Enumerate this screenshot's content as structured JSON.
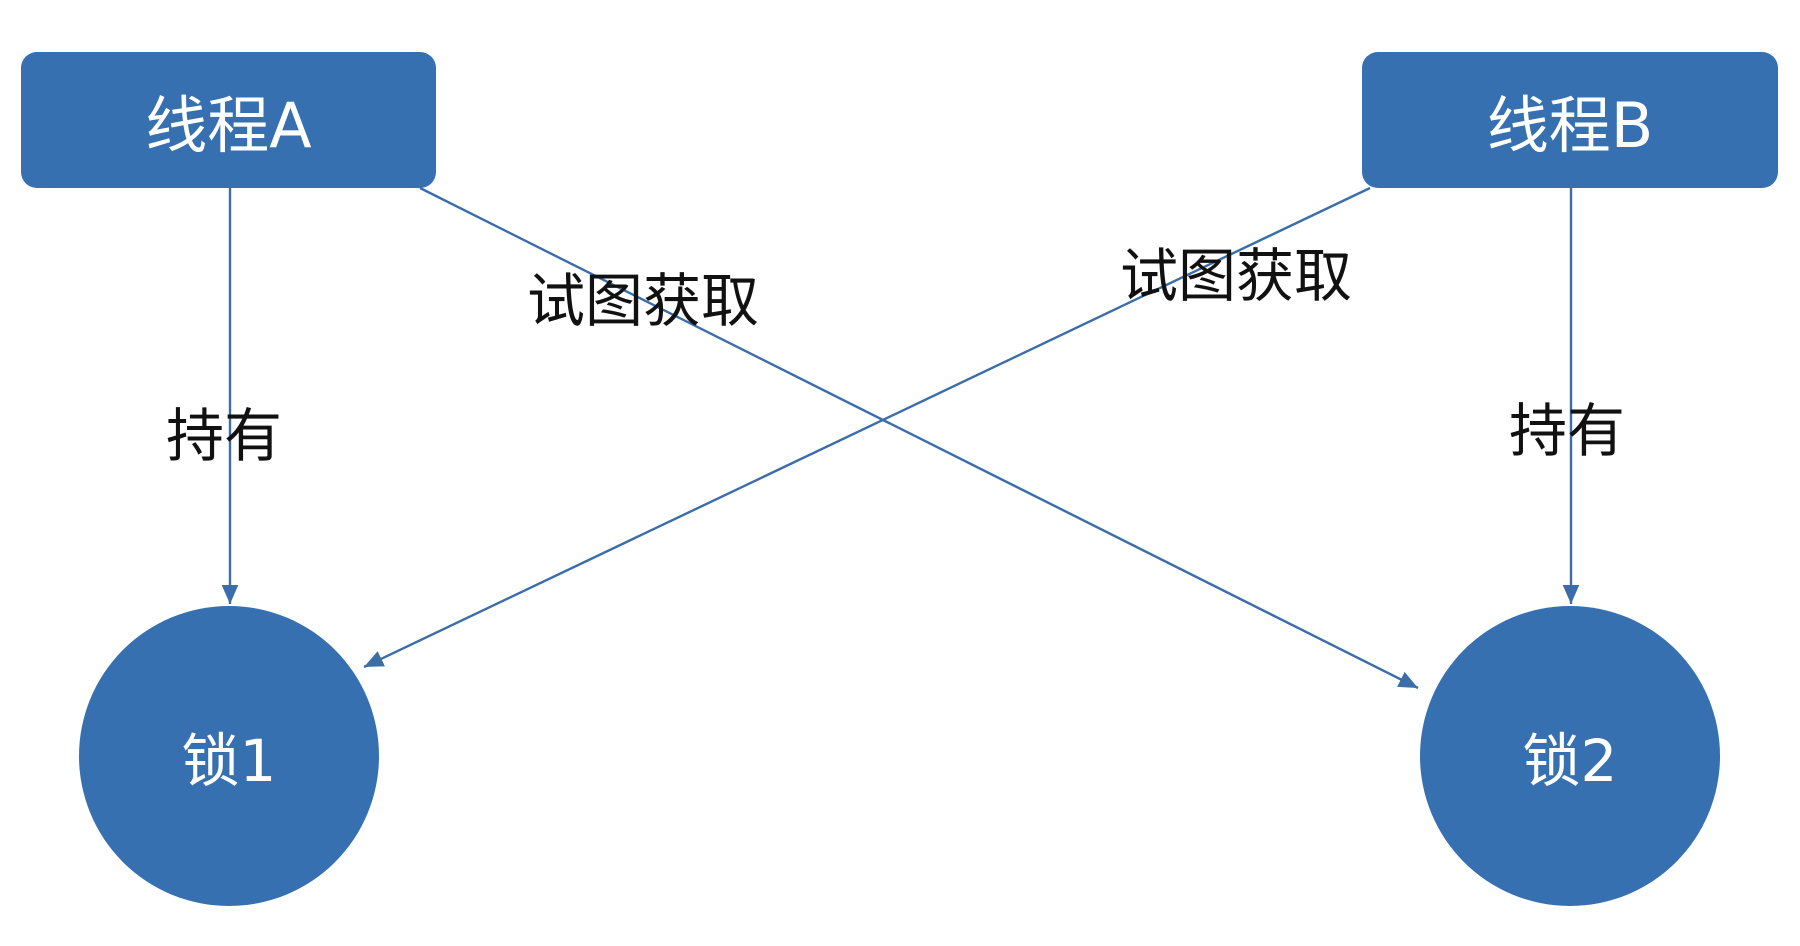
{
  "colors": {
    "node_fill": "#3670b0",
    "node_text": "#ffffff",
    "edge": "#3b6ea8",
    "label_text": "#111111"
  },
  "nodes": {
    "thread_a": "线程A",
    "thread_b": "线程B",
    "lock_1": "锁1",
    "lock_2": "锁2"
  },
  "edges": {
    "thread_a_holds_lock_1": "持有",
    "thread_b_holds_lock_2": "持有",
    "thread_a_tries_lock_2": "试图获取",
    "thread_b_tries_lock_1": "试图获取"
  }
}
